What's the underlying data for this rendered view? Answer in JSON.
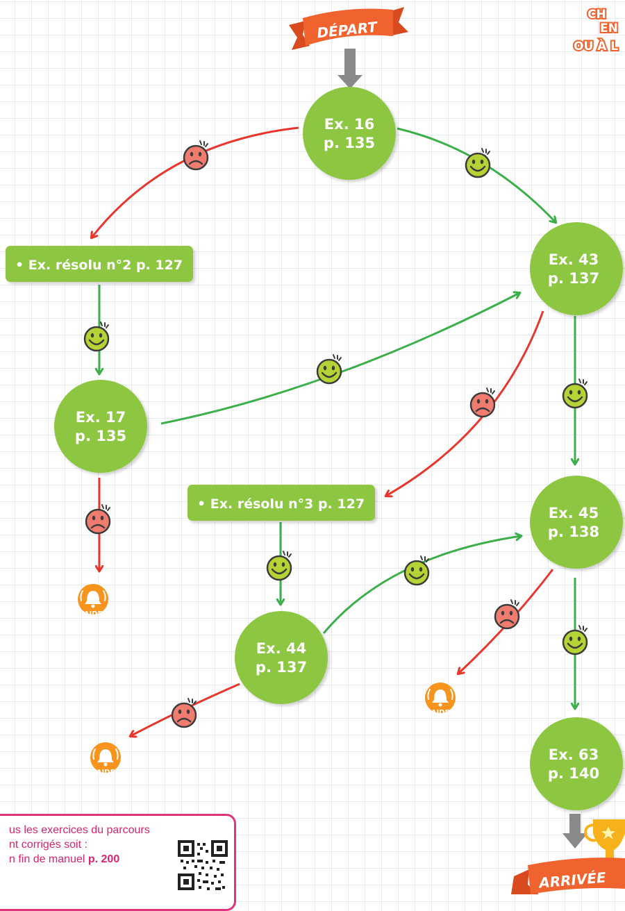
{
  "header": {
    "start_label": "DÉPART",
    "corner_lines": [
      "CH",
      "EN",
      "OU À L"
    ]
  },
  "nodes": [
    {
      "id": "ex16",
      "line1": "Ex. 16",
      "line2": "p. 135"
    },
    {
      "id": "ex43",
      "line1": "Ex. 43",
      "line2": "p. 137"
    },
    {
      "id": "ex17",
      "line1": "Ex. 17",
      "line2": "p. 135"
    },
    {
      "id": "ex45",
      "line1": "Ex. 45",
      "line2": "p. 138"
    },
    {
      "id": "ex44",
      "line1": "Ex. 44",
      "line2": "p. 137"
    },
    {
      "id": "ex63",
      "line1": "Ex. 63",
      "line2": "p. 140"
    }
  ],
  "solved_boxes": [
    {
      "id": "resolu2",
      "label": "• Ex. résolu n°2 p. 127"
    },
    {
      "id": "resolu3",
      "label": "• Ex. résolu n°3 p. 127"
    }
  ],
  "help_badges": [
    {
      "id": "aide1",
      "label": "AIDE"
    },
    {
      "id": "aide2",
      "label": "AIDE"
    },
    {
      "id": "aide3",
      "label": "AIDE"
    }
  ],
  "end_label": "ARRIVÉE",
  "footnote": {
    "line1": "us les exercices du parcours",
    "line2": "nt corrigés soit :",
    "line3_prefix": "n fin de manuel ",
    "line3_page": "p. 200"
  },
  "colors": {
    "node_green": "#8dc63f",
    "success_arrow": "#3cae4a",
    "failure_arrow": "#e8362d",
    "happy_face": "#b5d334",
    "sad_face": "#f07c6f",
    "help_orange": "#f7941d",
    "ribbon_orange": "#f0622e",
    "footnote_pink": "#e0337d"
  },
  "icons": {
    "happy": "smiley-happy-icon",
    "sad": "smiley-sad-icon",
    "help": "bell-help-icon",
    "trophy": "trophy-icon",
    "qr": "qr-code-icon"
  }
}
